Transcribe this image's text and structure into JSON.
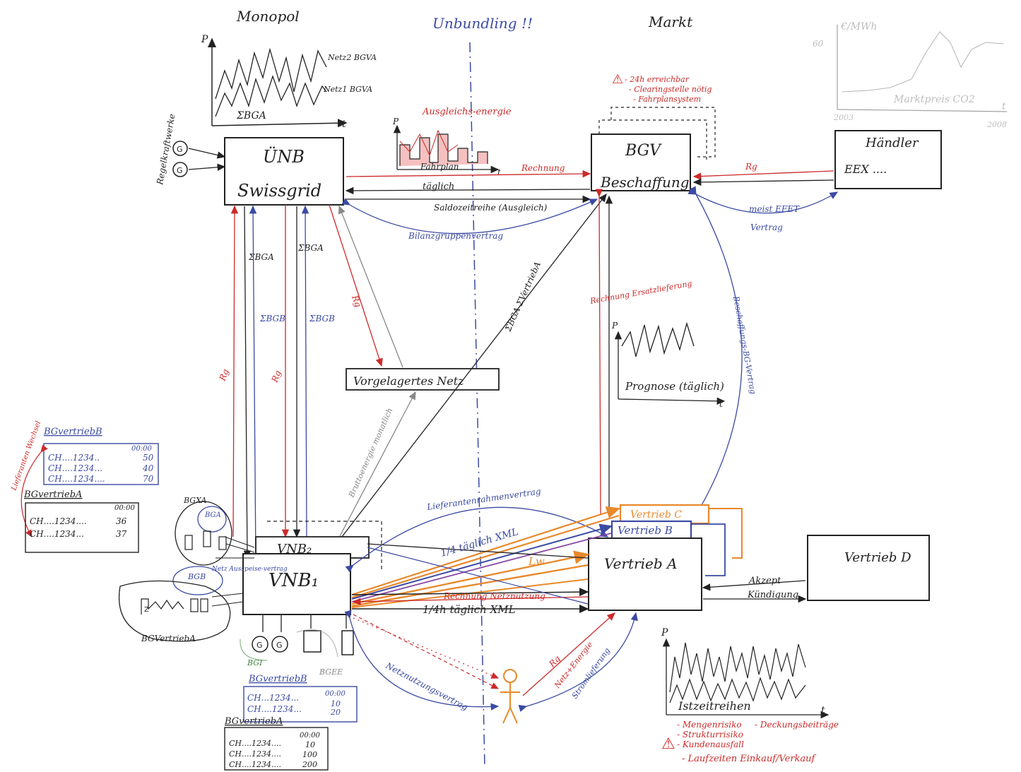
{
  "headings": {
    "monopol": "Monopol",
    "unbundling": "Unbundling !!",
    "markt": "Markt"
  },
  "boxes": {
    "uenb_title": "ÜNB",
    "uenb_sub": "Swissgrid",
    "bgv_title": "BGV",
    "bgv_sub": "Beschaffung",
    "haendler_title": "Händler",
    "haendler_sub": "EEX ....",
    "vorgelagert": "Vorgelagertes Netz",
    "vnb2": "VNB₂",
    "vnb1": "VNB₁",
    "vertrieb_a": "Vertrieb A",
    "vertrieb_b": "Vertrieb B",
    "vertrieb_c": "Vertrieb C",
    "vertrieb_d": "Vertrieb D"
  },
  "small_charts": {
    "monopol": {
      "axis_p": "P",
      "axis_t": "t",
      "label_top": "Netz2 BGVA",
      "label_mid": "Netz1 BGVA",
      "label_bottom": "ΣBGA"
    },
    "markt": {
      "y_unit": "€/MWh",
      "y_tick": "60",
      "x_start": "2003",
      "x_end": "2008",
      "axis_t": "t",
      "caption": "Marktpreis CO2"
    },
    "fahrplan": {
      "axis_p": "P",
      "axis_t": "t",
      "caption": "Fahrplan",
      "note": "Ausgleichs-energie"
    },
    "prognose": {
      "axis_p": "P",
      "axis_t": "t",
      "caption": "Prognose (täglich)"
    },
    "istzeit": {
      "axis_p": "P",
      "axis_t": "t",
      "caption": "Istzeitreihen"
    }
  },
  "notes": {
    "bgv_warn": "- 24h erreichbar\n- Clearingstelle nötig\n- Fahrplansystem",
    "risks_left": "- Mengenrisiko\n- Strukturrisiko\n- Kundenausfall",
    "risks_right": "- Deckungsbeiträge",
    "risks_bottom": "- Laufzeiten Einkauf/Verkauf",
    "regelkraftwerke": "Regelkraftwerke"
  },
  "edge_labels": {
    "rechnung_top": "Rechnung",
    "taeglich": "täglich",
    "saldo": "Saldozeitreihe (Ausgleich)",
    "rg_haendler": "Rg",
    "meist_efet": "meist EFET",
    "vertrag": "Vertrag",
    "bilanzgruppenvertrag": "Bilanzgruppenvertrag",
    "sum_bga_1": "ΣBGA",
    "sum_bga_2": "ΣBGA",
    "sum_bgb_1": "ΣBGB",
    "sum_bgb_2": "ΣBGB",
    "rg_left1": "Rg",
    "rg_left2": "Rg",
    "rg_mid": "Rg",
    "ebga_diag": "ΣBGA ΣVertriebA",
    "rechnung_ersatz": "Rechnung Ersatzlieferung",
    "beschaffungs": "Beschaffungs-BG-Vertrag",
    "brutto": "Bruttoenergie monatlich",
    "lieferantenrahmen": "Lieferantenrahmenvertrag",
    "viertel_taeglich_1": "1/4 täglich XML",
    "lw": "Lw",
    "rechnung_netz": "Rechnung Netznutzung",
    "viertel_taeglich_2": "1/4h täglich XML",
    "akzept": "Akzept",
    "kuendigung": "Kündigung",
    "netznutzungsvertrag": "Netznutzungsvertrag",
    "rg_bottom": "Rg",
    "netz_energie": "Netz+Energie",
    "stromlieferung": "Stromlieferung",
    "lieferanten_wechsel": "Lieferanten Wechsel",
    "netz_ausspeise": "Netz Ausspeise-vertrag"
  },
  "tables": {
    "bg_vertrieb_b_top": {
      "title": "BGvertriebB",
      "time": "00:00",
      "rows": [
        [
          "CH....1234..",
          "50"
        ],
        [
          "CH....1234...",
          "40"
        ],
        [
          "CH....1234....",
          "70"
        ]
      ]
    },
    "bg_vertrieb_a_top": {
      "title": "BGvertriebA",
      "time": "00:00",
      "rows": [
        [
          "CH....1234....",
          "36"
        ],
        [
          "CH....1234...",
          "37"
        ]
      ]
    },
    "bg_vertrieb_b_bottom": {
      "title": "BGvertriebB",
      "time": "00:00",
      "rows": [
        [
          "CH...1234...",
          "10"
        ],
        [
          "CH....1234...",
          "20"
        ]
      ]
    },
    "bg_vertrieb_a_bottom": {
      "title": "BGvertriebA",
      "time": "00:00",
      "rows": [
        [
          "CH....1234....",
          "10"
        ],
        [
          "CH....1234....",
          "100"
        ],
        [
          "CH....1234....",
          "200"
        ]
      ]
    }
  },
  "clusters": {
    "bgxa": "BGXA",
    "bga_cluster": "BGA",
    "bgb_cluster": "BGB",
    "bg_vertrieb_a": "BGVertriebA",
    "bgee": "BGEE",
    "bgi": "BGI",
    "gen_symbol": "G",
    "z_symbol": "Z"
  },
  "colors": {
    "black": "#222222",
    "red": "#cc2a2a",
    "blue": "#3b4aa3",
    "orange": "#e8892b",
    "gray": "#888888",
    "green": "#3f8a3f"
  }
}
